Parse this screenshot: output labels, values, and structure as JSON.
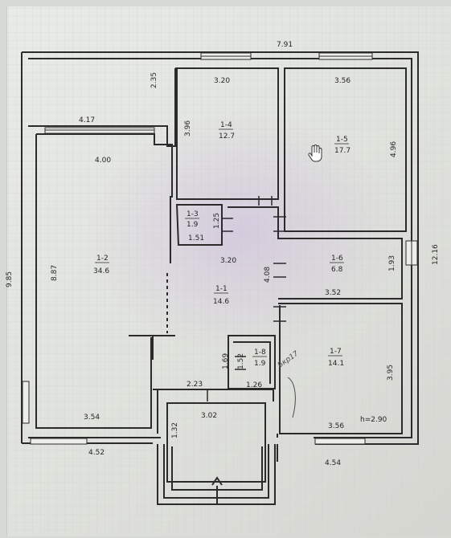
{
  "plan": {
    "overall": {
      "top_width": "7.91",
      "left_height": "9.85",
      "right_height": "12.16",
      "ceiling_height": "h=2.90"
    },
    "rooms": [
      {
        "id": "1-1",
        "area": "14.6"
      },
      {
        "id": "1-2",
        "area": "34.6"
      },
      {
        "id": "1-3",
        "area": "1.9"
      },
      {
        "id": "1-4",
        "area": "12.7"
      },
      {
        "id": "1-5",
        "area": "17.7"
      },
      {
        "id": "1-6",
        "area": "6.8"
      },
      {
        "id": "1-7",
        "area": "14.1"
      },
      {
        "id": "1-8",
        "area": "1.9"
      }
    ],
    "dimensions": {
      "terrace_depth": "2.35",
      "terrace_width": "4.17",
      "r2_width": "4.00",
      "r2_height": "8.87",
      "r2_bottom": "3.54",
      "bottom_left": "4.52",
      "r4_width": "3.20",
      "r4_height": "3.96",
      "r5_width": "3.56",
      "r5_height": "4.96",
      "r3_width": "1.51",
      "r3_height": "1.25",
      "hall_width": "3.20",
      "hall_height": "4.08",
      "r6_width": "3.52",
      "r6_height": "1.93",
      "r8_height_a": "1.69",
      "r8_height_b": "1.52",
      "r8_width": "1.26",
      "r7_height": "3.95",
      "r7_width": "3.56",
      "bottom_right": "4.54",
      "porch_offset": "2.23",
      "porch_width": "3.02",
      "porch_height": "1.32"
    },
    "annotation": "Бкр17"
  },
  "colors": {
    "ink": "#2b2b2b",
    "paper": "#e6e8e3",
    "grid": "#c9cbc6"
  }
}
